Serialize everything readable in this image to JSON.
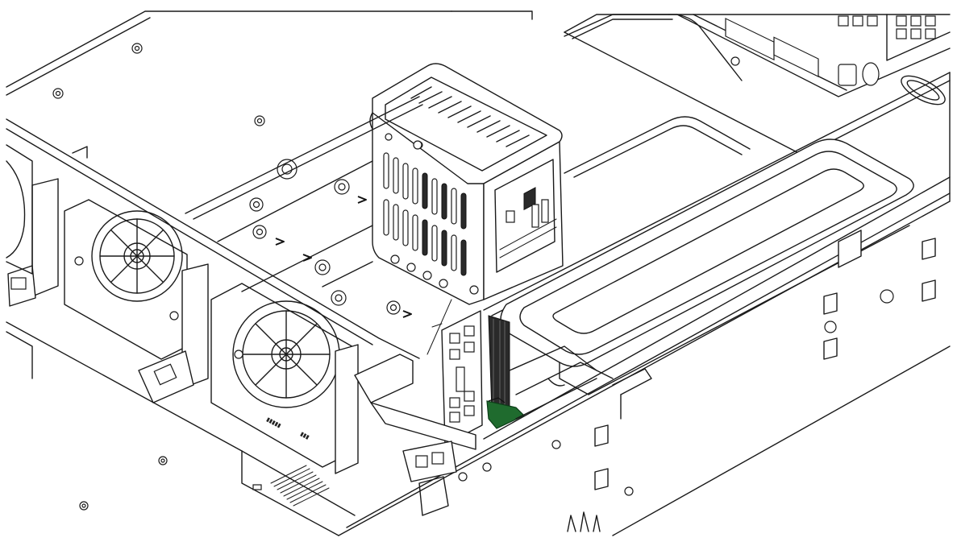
{
  "figure": {
    "subject": "server-chassis-internal-drive-cage",
    "colors": {
      "line": "#1a1a1a",
      "background": "#ffffff",
      "connector_accent": "#1f6b2e",
      "cable_dark": "#2a2a2a"
    },
    "parts": [
      {
        "id": "chassis",
        "icon": "chassis-outline"
      },
      {
        "id": "drive-cage",
        "icon": "drive-cage"
      },
      {
        "id": "fan-left",
        "icon": "fan"
      },
      {
        "id": "fan-right",
        "icon": "fan"
      },
      {
        "id": "air-shroud",
        "icon": "air-shroud"
      },
      {
        "id": "backplane",
        "icon": "backplane"
      },
      {
        "id": "ribbon-cable",
        "icon": "ribbon-cable"
      },
      {
        "id": "green-connector",
        "icon": "connector"
      },
      {
        "id": "io-shield",
        "icon": "io-shield"
      }
    ]
  }
}
